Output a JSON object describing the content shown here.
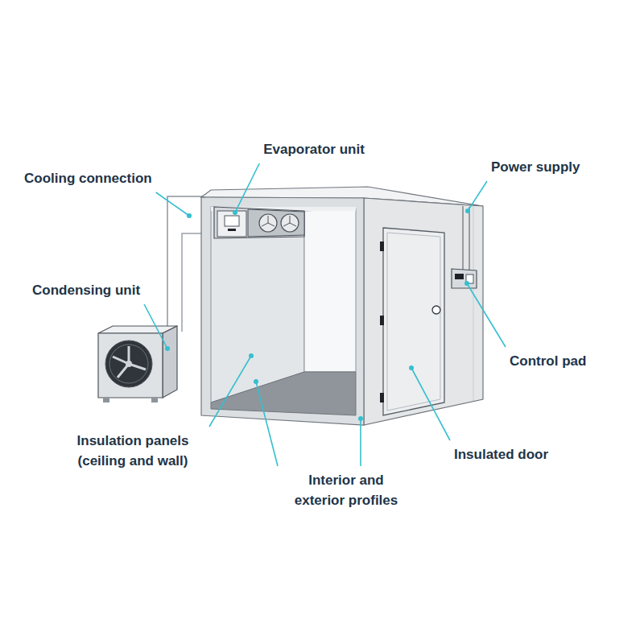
{
  "diagram": {
    "labels": [
      "Evaporator unit",
      "Cooling connection",
      "Power supply",
      "Condensing unit",
      "Control pad",
      "Insulation panels (ceiling and wall)",
      "Interior and exterior profiles",
      "Insulated door"
    ]
  }
}
